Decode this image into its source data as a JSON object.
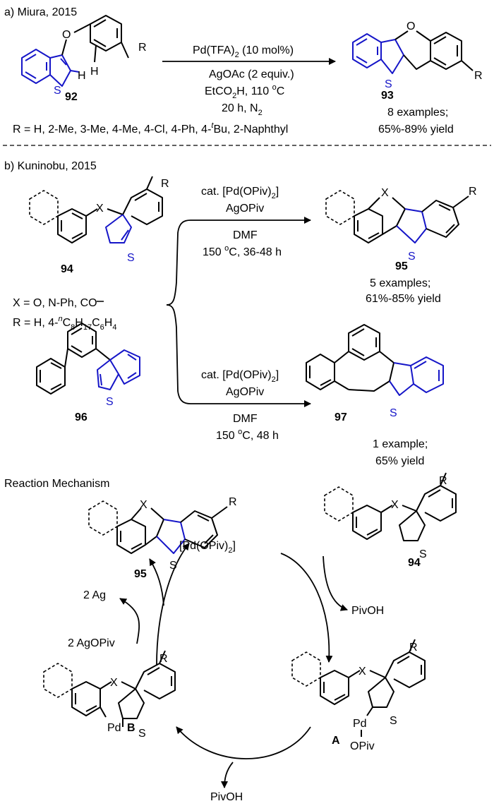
{
  "sections": {
    "a_title": "a) Miura, 2015",
    "b_title": "b) Kuninobu, 2015",
    "mech_title": "Reaction Mechanism"
  },
  "a": {
    "cond1": "Pd(TFA)",
    "cond1_sub": "2",
    "cond1_tail": " (10 mol%)",
    "cond2": "AgOAc (2 equiv.)",
    "cond3": "EtCO",
    "cond3_sub": "2",
    "cond3_tail": "H, 110 ",
    "cond3_sup": "o",
    "cond3_unit": "C",
    "cond4": "20 h, N",
    "cond4_sub": "2",
    "r_def": "R = H, 2-Me, 3-Me, 4-Me, 4-Cl, 4-Ph, 4-",
    "r_def_sup": "t",
    "r_def_tail": "Bu, 2-Naphthyl",
    "sm_label": "92",
    "prod_label": "93",
    "result1": "8 examples;",
    "result2": "65%-89% yield",
    "atom_O": "O",
    "atom_S": "S",
    "atom_H": "H",
    "atom_R": "R"
  },
  "b": {
    "top_cond1": "cat. [Pd(OPiv)",
    "top_cond1_sub": "2",
    "top_cond1_tail": "]",
    "top_cond2": "AgOPiv",
    "top_cond3": "DMF",
    "top_cond4": "150 ",
    "top_cond4_sup": "o",
    "top_cond4_tail": "C, 36-48 h",
    "bot_cond4_tail": "C, 48 h",
    "x_def": "X = O, N-Ph, C",
    "x_def_tail": "O",
    "r_def": "R = H, 4-",
    "r_def_sup": "n",
    "r_def_tail1": "C",
    "r_def_sub1": "8",
    "r_def_tail2": "H",
    "r_def_sub2": "17",
    "r_def_tail3": "C",
    "r_def_sub3": "6",
    "r_def_tail4": "H",
    "r_def_sub4": "4",
    "sm_label": "94",
    "prod_label": "95",
    "sm2_label": "96",
    "prod2_label": "97",
    "res_top1": "5 examples;",
    "res_top2": "61%-85% yield",
    "res_bot1": "1 example;",
    "res_bot2": "65% yield",
    "atom_X": "X"
  },
  "mech": {
    "catalyst": "[Pd(OPiv)",
    "catalyst_sub": "2",
    "catalyst_tail": "]",
    "pivoh": "PivOH",
    "ag": "2 Ag",
    "agopiv": "2 AgOPiv",
    "int_a": "A",
    "int_b": "B",
    "pd": "Pd",
    "opiv": "OPiv",
    "prod_label": "95",
    "sm_label": "94"
  }
}
